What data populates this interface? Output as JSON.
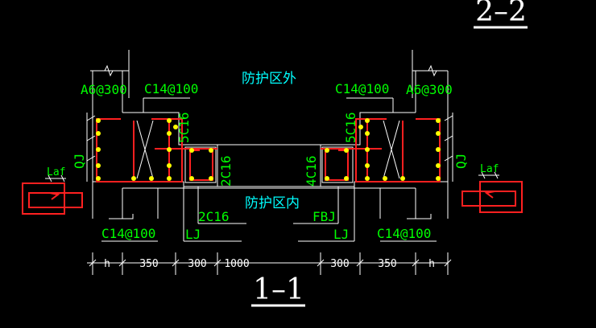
{
  "section_top": "2–2",
  "section_bottom": "1–1",
  "zone_outside": "防护区外",
  "zone_inside": "防护区内",
  "labels": {
    "a6_left": "A6@300",
    "c14_top_left": "C14@100",
    "c14_top_right": "C14@100",
    "a6_right": "A6@300",
    "bar_5c16_left": "5C16",
    "bar_5c16_right": "5C16",
    "bar_2c16_vertical": "2C16",
    "bar_4c16_vertical": "4C16",
    "qj_left": "QJ",
    "qj_right": "QJ",
    "laf_left": "Laf",
    "laf_right": "Laf",
    "bar_2c16_horizontal": "2C16",
    "fbj": "FBJ",
    "c14_bottom_left": "C14@100",
    "c14_bottom_right": "C14@100",
    "lj_left": "LJ",
    "lj_right": "LJ"
  },
  "dimensions": [
    "h",
    "350",
    "300",
    "1000",
    "300",
    "350",
    "h"
  ],
  "colors": {
    "background": "#000000",
    "outline": "#ffffff",
    "rebar": "#ff2020",
    "node": "#ffff00",
    "label": "#00ff00",
    "zone": "#00ffff"
  }
}
